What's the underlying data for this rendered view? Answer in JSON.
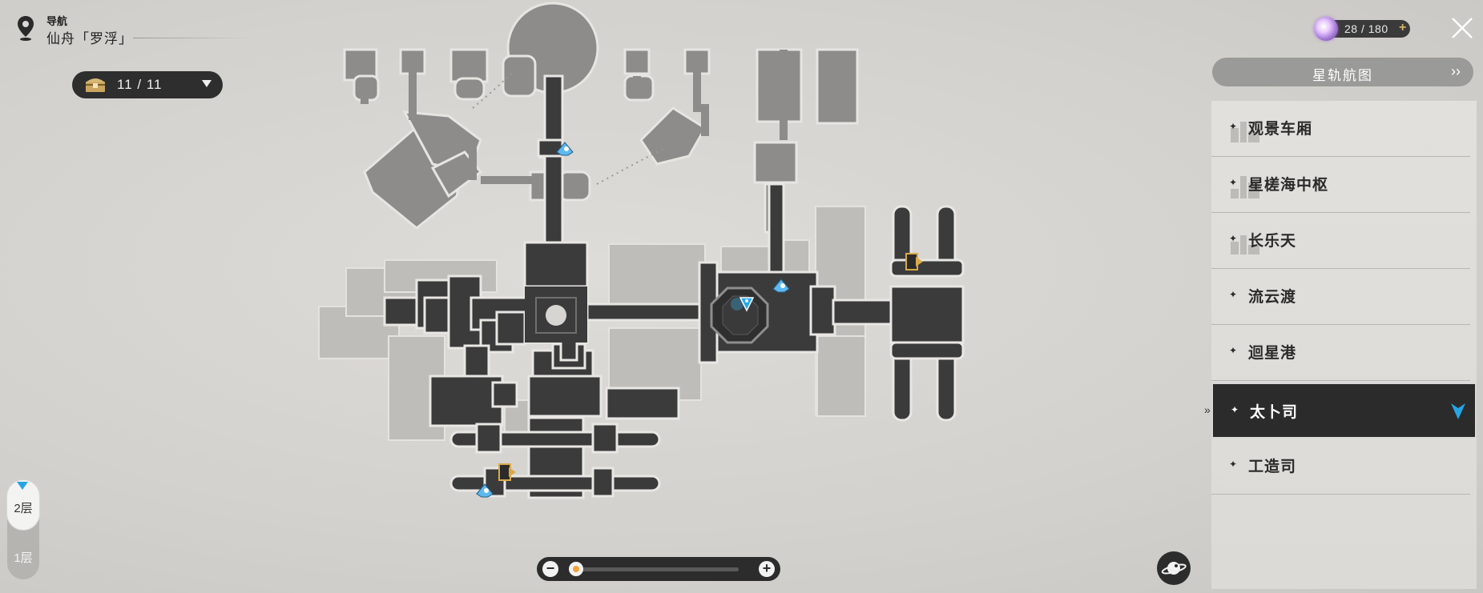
{
  "nav": {
    "small_label": "导航",
    "location": "仙舟「罗浮」"
  },
  "chest": {
    "count_text": "11 / 11",
    "icon": "treasure-chest-icon"
  },
  "currency": {
    "icon": "trailblaze-power-icon",
    "value": "28 / 180",
    "plus_label": "+"
  },
  "close": {
    "icon": "close-icon"
  },
  "panel": {
    "header": "星轨航图",
    "header_arrow": "››",
    "items": [
      {
        "label": "观景车厢",
        "marker": "✦"
      },
      {
        "label": "星槎海中枢",
        "marker": "✦"
      },
      {
        "label": "长乐天",
        "marker": "✦"
      },
      {
        "label": "流云渡",
        "marker": "✦"
      },
      {
        "label": "迴星港",
        "marker": "✦"
      },
      {
        "label": "太卜司",
        "marker": "✦",
        "active": true
      },
      {
        "label": "工造司",
        "marker": "✦"
      }
    ],
    "active_pointer": "»"
  },
  "floors": {
    "items": [
      "2层",
      "1层"
    ],
    "selected": "2层"
  },
  "zoom": {
    "minus_label": "−",
    "plus_label": "+",
    "level": 0
  },
  "colors": {
    "accent_blue": "#25a5e6",
    "room_dark": "#3a3a3a",
    "room_mid": "#8c8c8a",
    "room_light": "#bdbcb9",
    "gold": "#d9a94a"
  }
}
